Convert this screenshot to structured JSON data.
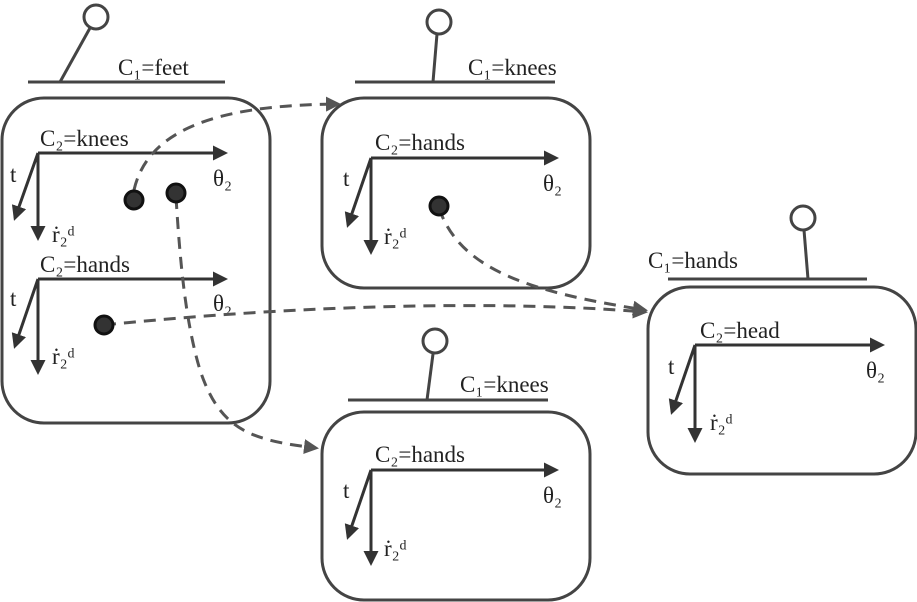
{
  "panels": [
    {
      "c1": "C₁=feet",
      "axes": [
        {
          "c2": "C₂=knees",
          "x": "θ₂",
          "t": "t",
          "y": "ṙ₂ᵈ"
        },
        {
          "c2": "C₂=hands",
          "x": "θ₂",
          "t": "t",
          "y": "ṙ₂ᵈ"
        }
      ]
    },
    {
      "c1": "C₁=knees",
      "axes": [
        {
          "c2": "C₂=hands",
          "x": "θ₂",
          "t": "t",
          "y": "ṙ₂ᵈ"
        }
      ]
    },
    {
      "c1": "C₁=knees",
      "axes": [
        {
          "c2": "C₂=hands",
          "x": "θ₂",
          "t": "t",
          "y": "ṙ₂ᵈ"
        }
      ]
    },
    {
      "c1": "C₁=hands",
      "axes": [
        {
          "c2": "C₂=head",
          "x": "θ₂",
          "t": "t",
          "y": "ṙ₂ᵈ"
        }
      ]
    }
  ],
  "colors": {
    "stroke": "#444444",
    "dot": "#333333"
  }
}
